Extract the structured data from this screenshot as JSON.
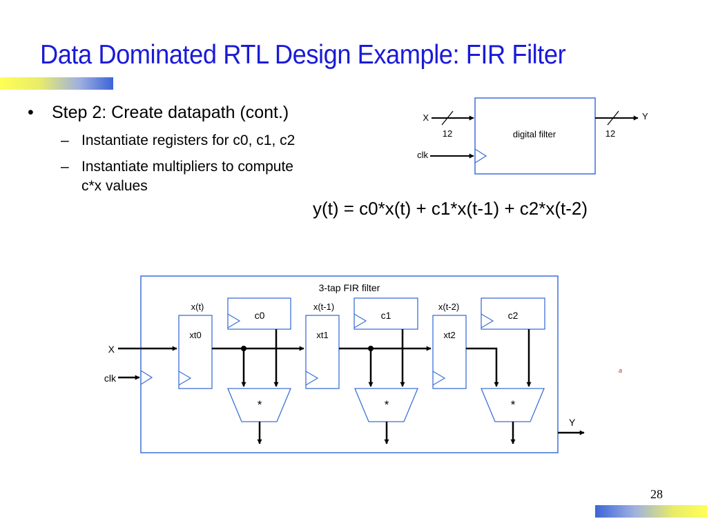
{
  "slide": {
    "title": "Data Dominated RTL Design Example: FIR Filter",
    "page_number": "28",
    "accent_colors": {
      "title": "#1a1ad8",
      "box_stroke": "#3c6fd8",
      "bar_yellow": "#ffff55",
      "bar_blue": "#3d64d8"
    }
  },
  "bullets": {
    "main": "Step 2: Create datapath (cont.)",
    "sub": [
      "Instantiate registers for c0, c1, c2",
      "Instantiate multipliers to compute c*x values"
    ]
  },
  "equation": "y(t) = c0*x(t) + c1*x(t-1) + c2*x(t-2)",
  "top_diagram": {
    "block_label": "digital filter",
    "input_label": "X",
    "output_label": "Y",
    "input_width": "12",
    "output_width": "12",
    "clock_label": "clk"
  },
  "fir_diagram": {
    "title": "3-tap FIR filter",
    "input_label": "X",
    "clock_label": "clk",
    "output_label": "Y",
    "x_signals": [
      "x(t)",
      "x(t-1)",
      "x(t-2)"
    ],
    "x_registers": [
      "xt0",
      "xt1",
      "xt2"
    ],
    "c_registers": [
      "c0",
      "c1",
      "c2"
    ],
    "multiplier_symbol": "*",
    "stray_mark": "a"
  }
}
